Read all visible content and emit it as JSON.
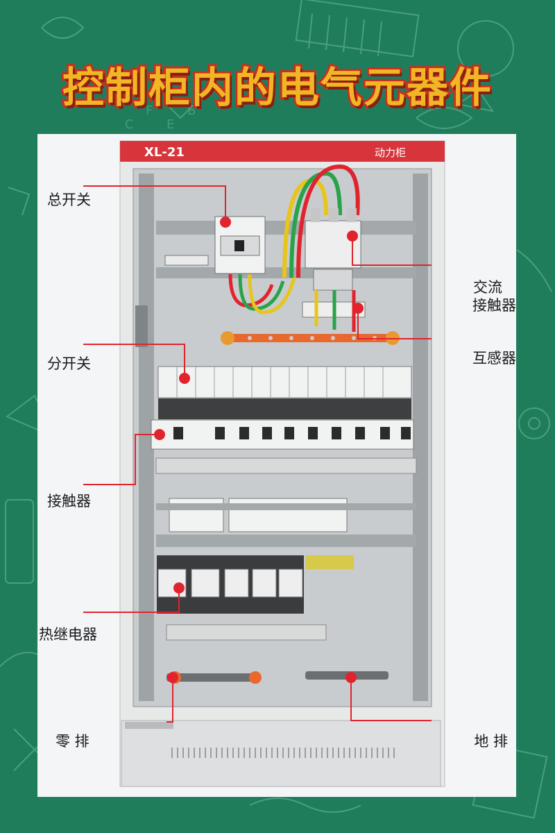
{
  "title": "控制柜内的电气元器件",
  "cabinet": {
    "model": "XL-21",
    "type": "动力柜"
  },
  "labels": {
    "main_switch": "总开关",
    "ac_contactor_line1": "交流",
    "ac_contactor_line2": "接触器",
    "current_transformer": "互感器",
    "branch_switch": "分开关",
    "contactor": "接触器",
    "thermal_relay": "热继电器",
    "neutral_bar": "零 排",
    "ground_bar": "地 排"
  },
  "colors": {
    "background": "#1f7d5c",
    "title_fill": "#f2b625",
    "title_stroke": "#c7301e",
    "header_red": "#d7353b",
    "callout": "#e1232d"
  }
}
